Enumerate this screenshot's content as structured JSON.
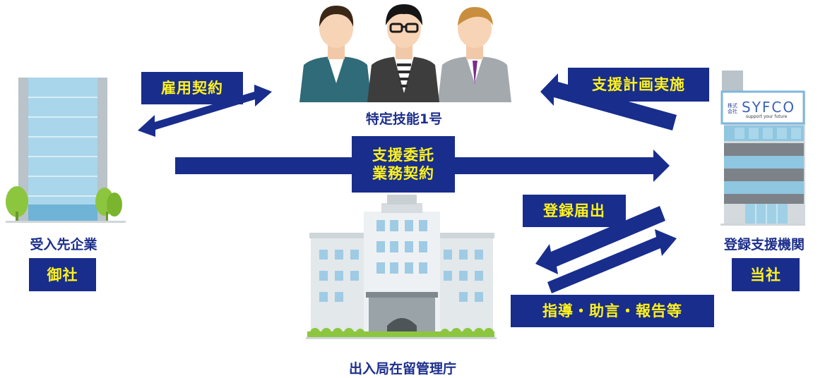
{
  "nodes": {
    "people": {
      "label": "特定技能1号"
    },
    "client": {
      "label": "受入先企業",
      "tag": "御社"
    },
    "agency": {
      "label": "登録支援機関",
      "tag": "当社"
    },
    "immigration": {
      "label": "出入局在留管理庁"
    }
  },
  "relations": {
    "employment": "雇用契約",
    "support_plan": "支援計画実施",
    "outsourcing_line1": "支援委託",
    "outsourcing_line2": "業務契約",
    "registration": "登録届出",
    "guidance": "指導・助言・報告等"
  },
  "logo": {
    "small": "株式会社",
    "brand": "SYFCO",
    "tagline": "support your future"
  },
  "colors": {
    "navy": "#182d8c",
    "tag_text": "#fff21c",
    "label_text": "#1d2f8c"
  }
}
